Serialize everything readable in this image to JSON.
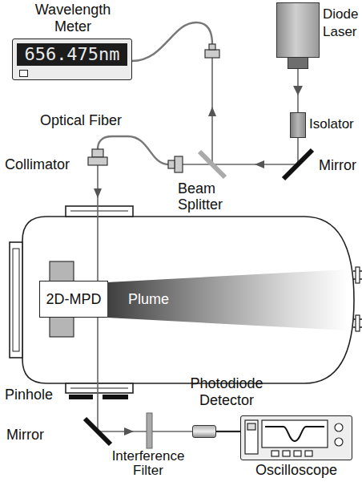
{
  "diagram": {
    "nodes": [
      {
        "text": [
          "Wavelength Meter",
          "656.475nm"
        ]
      },
      {
        "text": [
          "Diode Laser"
        ]
      },
      {
        "text": [
          "Isolator"
        ]
      },
      {
        "text": [
          "2D-MPD"
        ]
      },
      {
        "text": [
          "Plume"
        ]
      },
      {
        "text": [
          "Photodiode Detector"
        ]
      },
      {
        "text": [
          "Oscilloscope"
        ]
      }
    ],
    "edges": [
      {
        "from": 1,
        "to": 2,
        "arrow": "to"
      },
      {
        "from": 5,
        "to": 6,
        "arrow": "none"
      }
    ],
    "labels": [
      "Optical Fiber",
      "Collimator",
      "Beam Splitter",
      "Mirror",
      "Pinhole",
      "Mirror",
      "Interference Filter"
    ]
  }
}
